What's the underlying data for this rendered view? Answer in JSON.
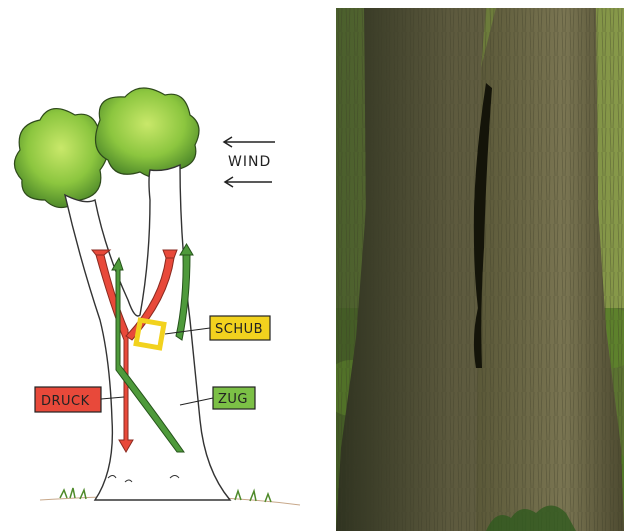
{
  "labels": {
    "wind": "WIND",
    "schub": "SCHUB",
    "druck": "DRUCK",
    "zug": "ZUG"
  },
  "colors": {
    "druck": "#e8493a",
    "zug": "#4e9a3b",
    "schub": "#f2d21e",
    "foliage": "#8cc63f",
    "trunk": "#ffffff",
    "bark": "#5d5a3e"
  },
  "icons": {
    "wind_arrows": "arrow-left-icon",
    "schub_marker": "shear-square-icon"
  }
}
